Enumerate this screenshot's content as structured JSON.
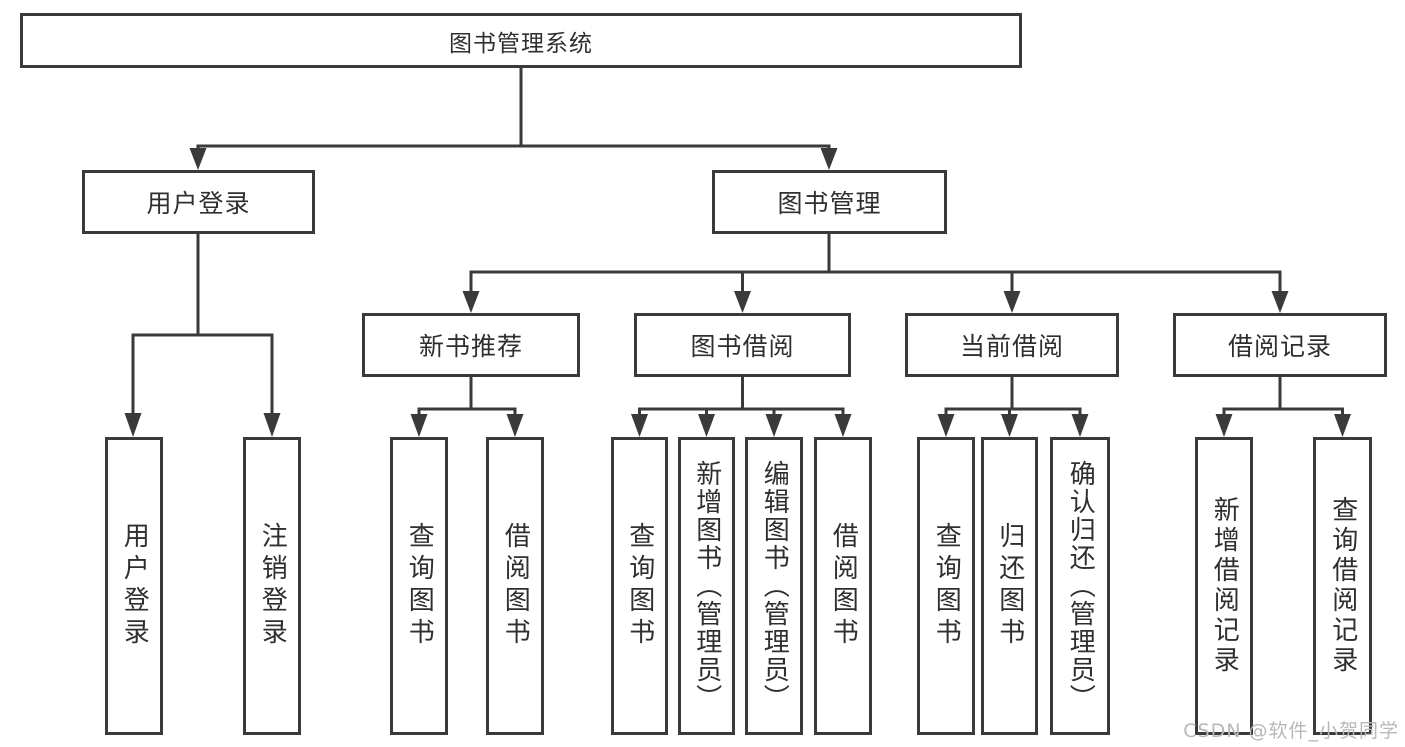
{
  "diagram": {
    "tree": {
      "label": "图书管理系统",
      "children": [
        {
          "label": "用户登录",
          "children": [
            {
              "label": "用户登录"
            },
            {
              "label": "注销登录"
            }
          ]
        },
        {
          "label": "图书管理",
          "children": [
            {
              "label": "新书推荐",
              "children": [
                {
                  "label": "查询图书"
                },
                {
                  "label": "借阅图书"
                }
              ]
            },
            {
              "label": "图书借阅",
              "children": [
                {
                  "label": "查询图书"
                },
                {
                  "label": "新增图书（管理员）"
                },
                {
                  "label": "编辑图书（管理员）"
                },
                {
                  "label": "借阅图书"
                }
              ]
            },
            {
              "label": "当前借阅",
              "children": [
                {
                  "label": "查询图书"
                },
                {
                  "label": "归还图书"
                },
                {
                  "label": "确认归还（管理员）"
                }
              ]
            },
            {
              "label": "借阅记录",
              "children": [
                {
                  "label": "新增借阅记录"
                },
                {
                  "label": "查询借阅记录"
                }
              ]
            }
          ]
        }
      ]
    }
  },
  "watermark": "CSDN @软件_小贺同学",
  "colors": {
    "line": "#3a3a3a",
    "text": "#2f2f2f",
    "watermark": "#b8b8b8",
    "background": "#ffffff"
  }
}
